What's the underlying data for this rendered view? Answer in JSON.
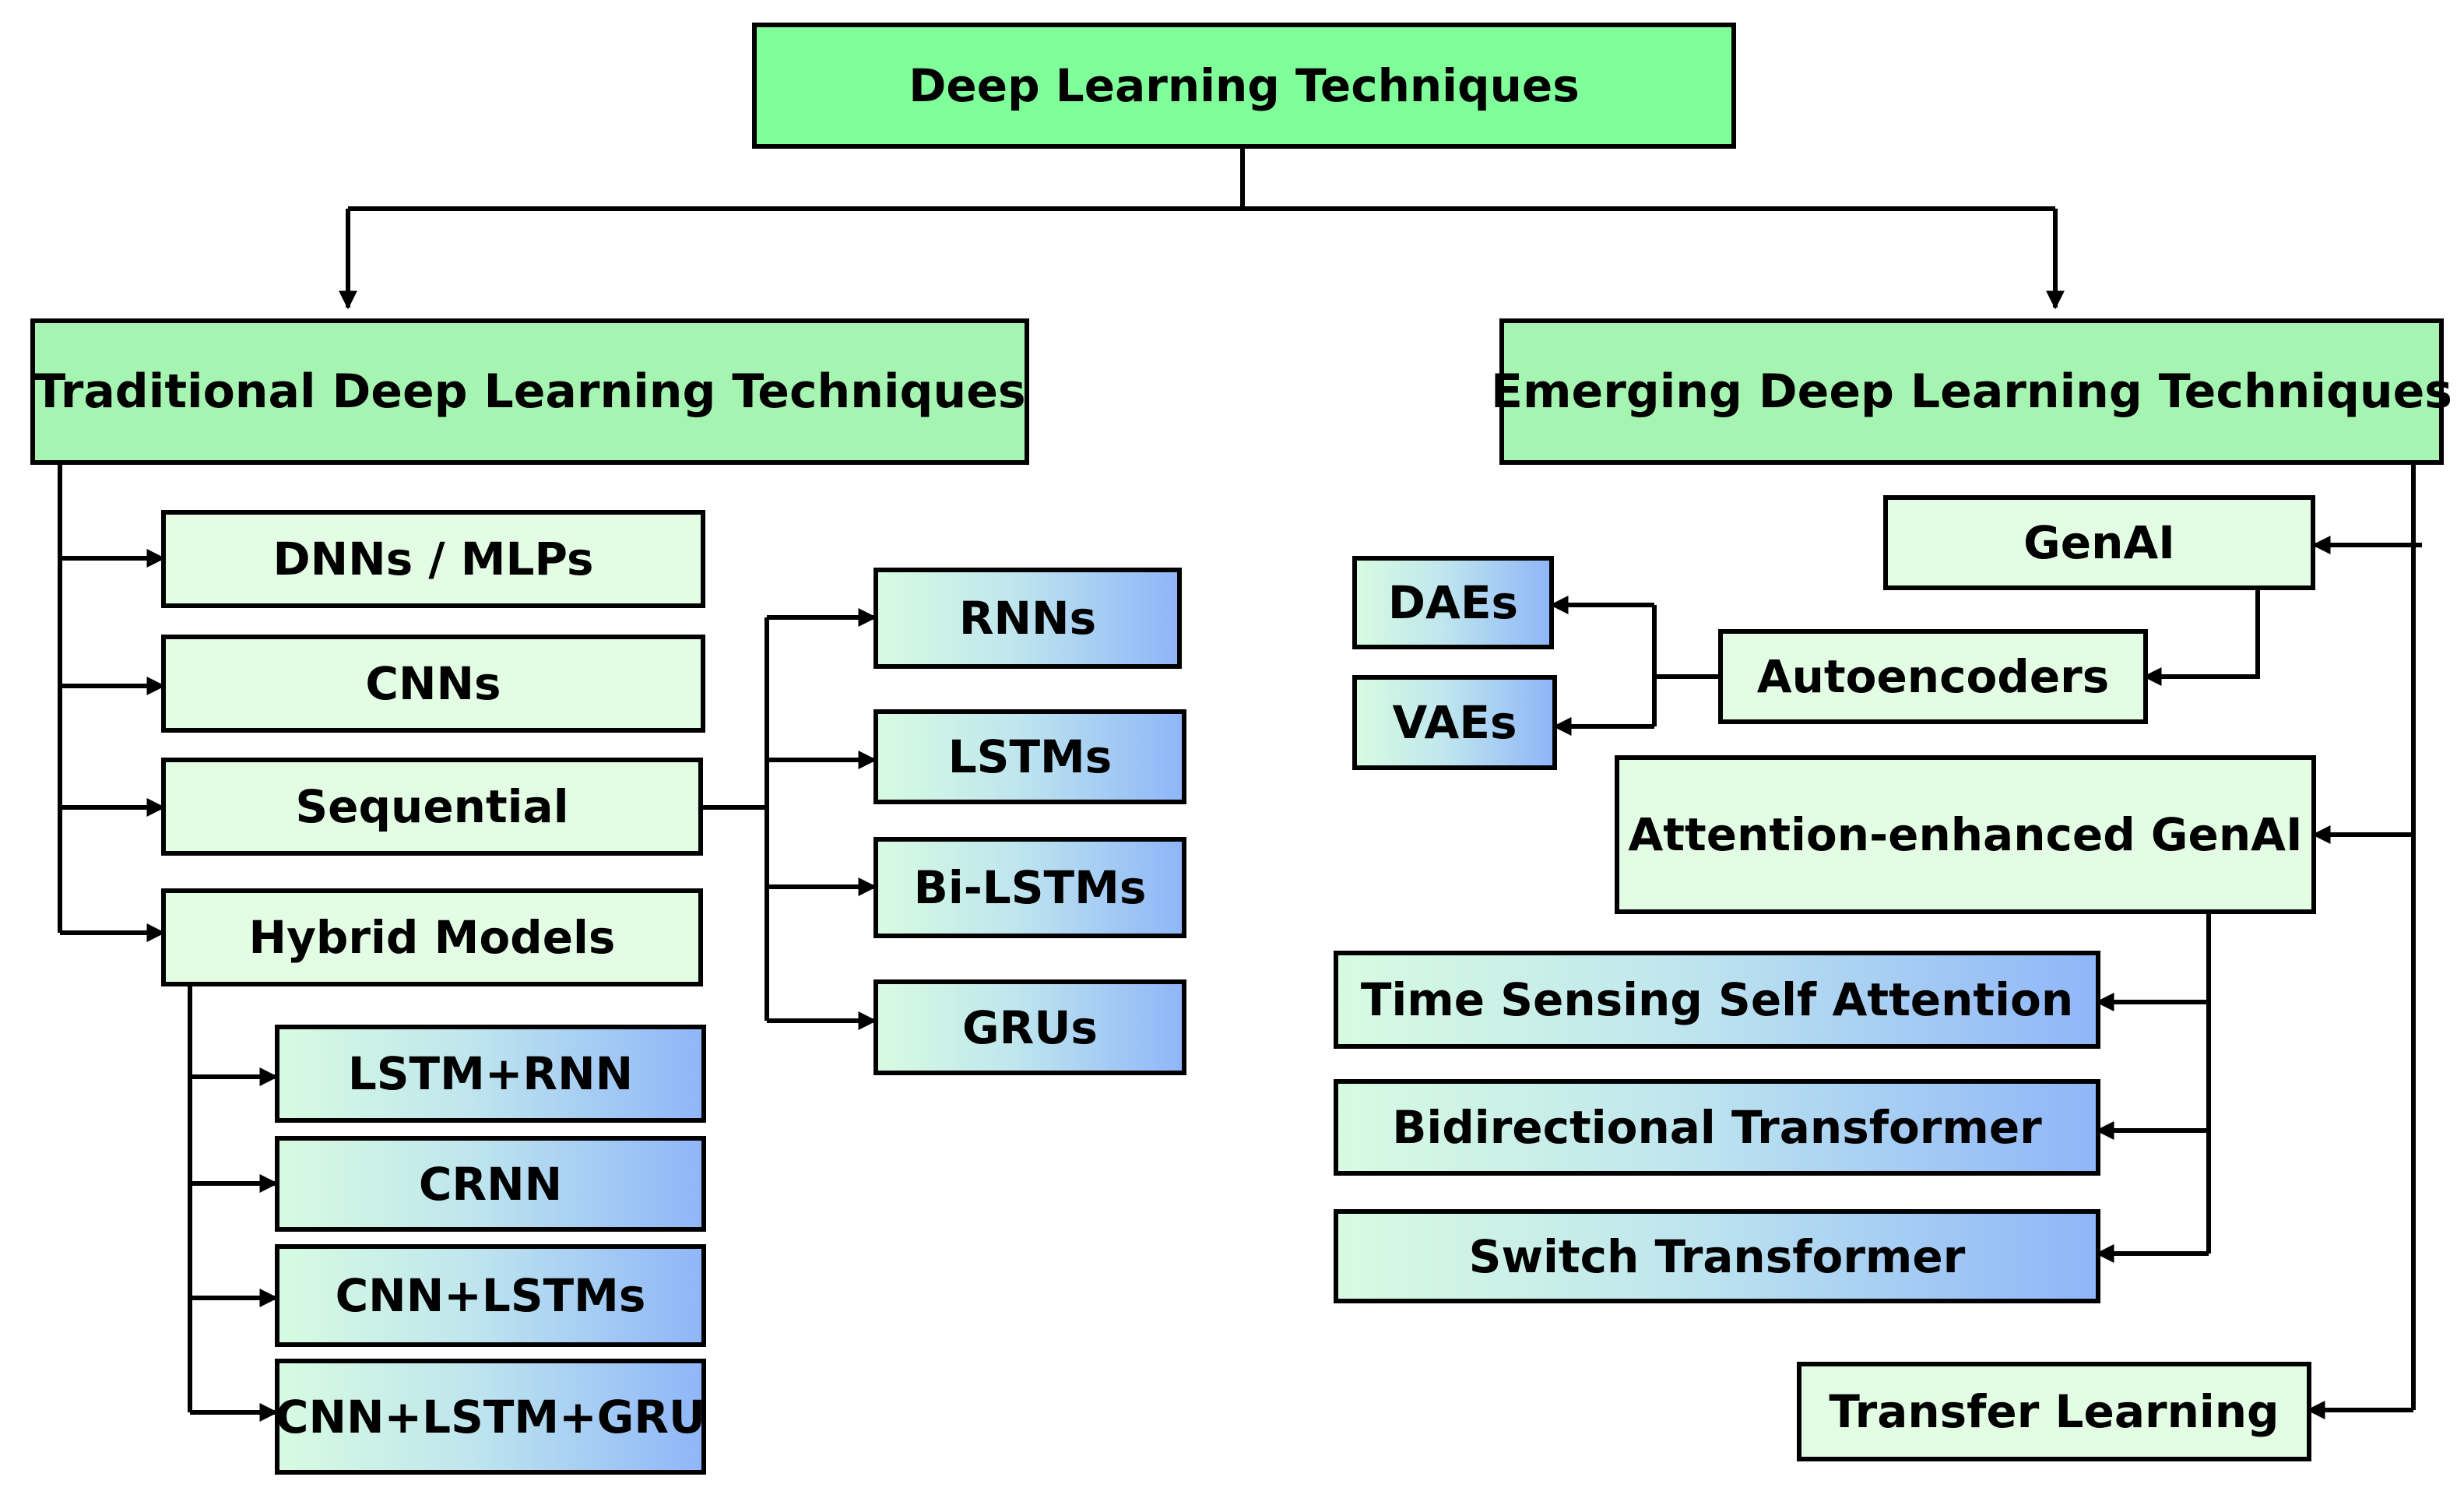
{
  "root": "Deep Learning Techniques",
  "traditional": {
    "title": "Traditional Deep Learning Techniques",
    "items": [
      "DNNs / MLPs",
      "CNNs",
      "Sequential",
      "Hybrid Models"
    ],
    "sequential": [
      "RNNs",
      "LSTMs",
      "Bi-LSTMs",
      "GRUs"
    ],
    "hybrid": [
      "LSTM+RNN",
      "CRNN",
      "CNN+LSTMs",
      "CNN+LSTM+GRU"
    ]
  },
  "emerging": {
    "title": "Emerging Deep Learning Techniques",
    "genai": "GenAI",
    "autoencoders": "Autoencoders",
    "autoencoder_types": [
      "DAEs",
      "VAEs"
    ],
    "attention": "Attention-enhanced GenAI",
    "attention_types": [
      "Time Sensing Self Attention",
      "Bidirectional Transformer",
      "Switch Transformer"
    ],
    "transfer": "Transfer Learning"
  },
  "colors": {
    "root_fill": "#80fe9a",
    "category_fill": "#a6f4b2",
    "leaf_fill": "#e2fde4",
    "gradient_start": "#d7fbe1",
    "gradient_end": "#8fb6f8",
    "line": "#000000"
  }
}
